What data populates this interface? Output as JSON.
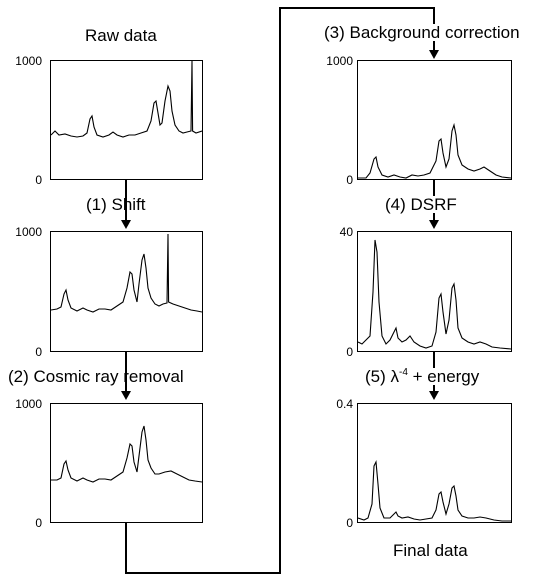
{
  "left_column": {
    "title": "Raw data",
    "step1": "(1) Shift",
    "step2": "(2) Cosmic ray removal"
  },
  "right_column": {
    "step3": "(3) Background correction",
    "step4": "(4) DSRF",
    "step5_prefix": "(5) λ",
    "step5_sup": "-4",
    "step5_suffix": " + energy",
    "final": "Final data"
  },
  "panels": [
    {
      "id": "raw",
      "ymax": "1000",
      "ymin": "0"
    },
    {
      "id": "shift",
      "ymax": "1000",
      "ymin": "0"
    },
    {
      "id": "cosmic",
      "ymax": "1000",
      "ymin": "0"
    },
    {
      "id": "background",
      "ymax": "1000",
      "ymin": "0"
    },
    {
      "id": "dsrf",
      "ymax": "40",
      "ymin": "0"
    },
    {
      "id": "energy",
      "ymax": "0.4",
      "ymin": "0"
    }
  ],
  "colors": {
    "line": "#000000",
    "background": "#ffffff"
  }
}
